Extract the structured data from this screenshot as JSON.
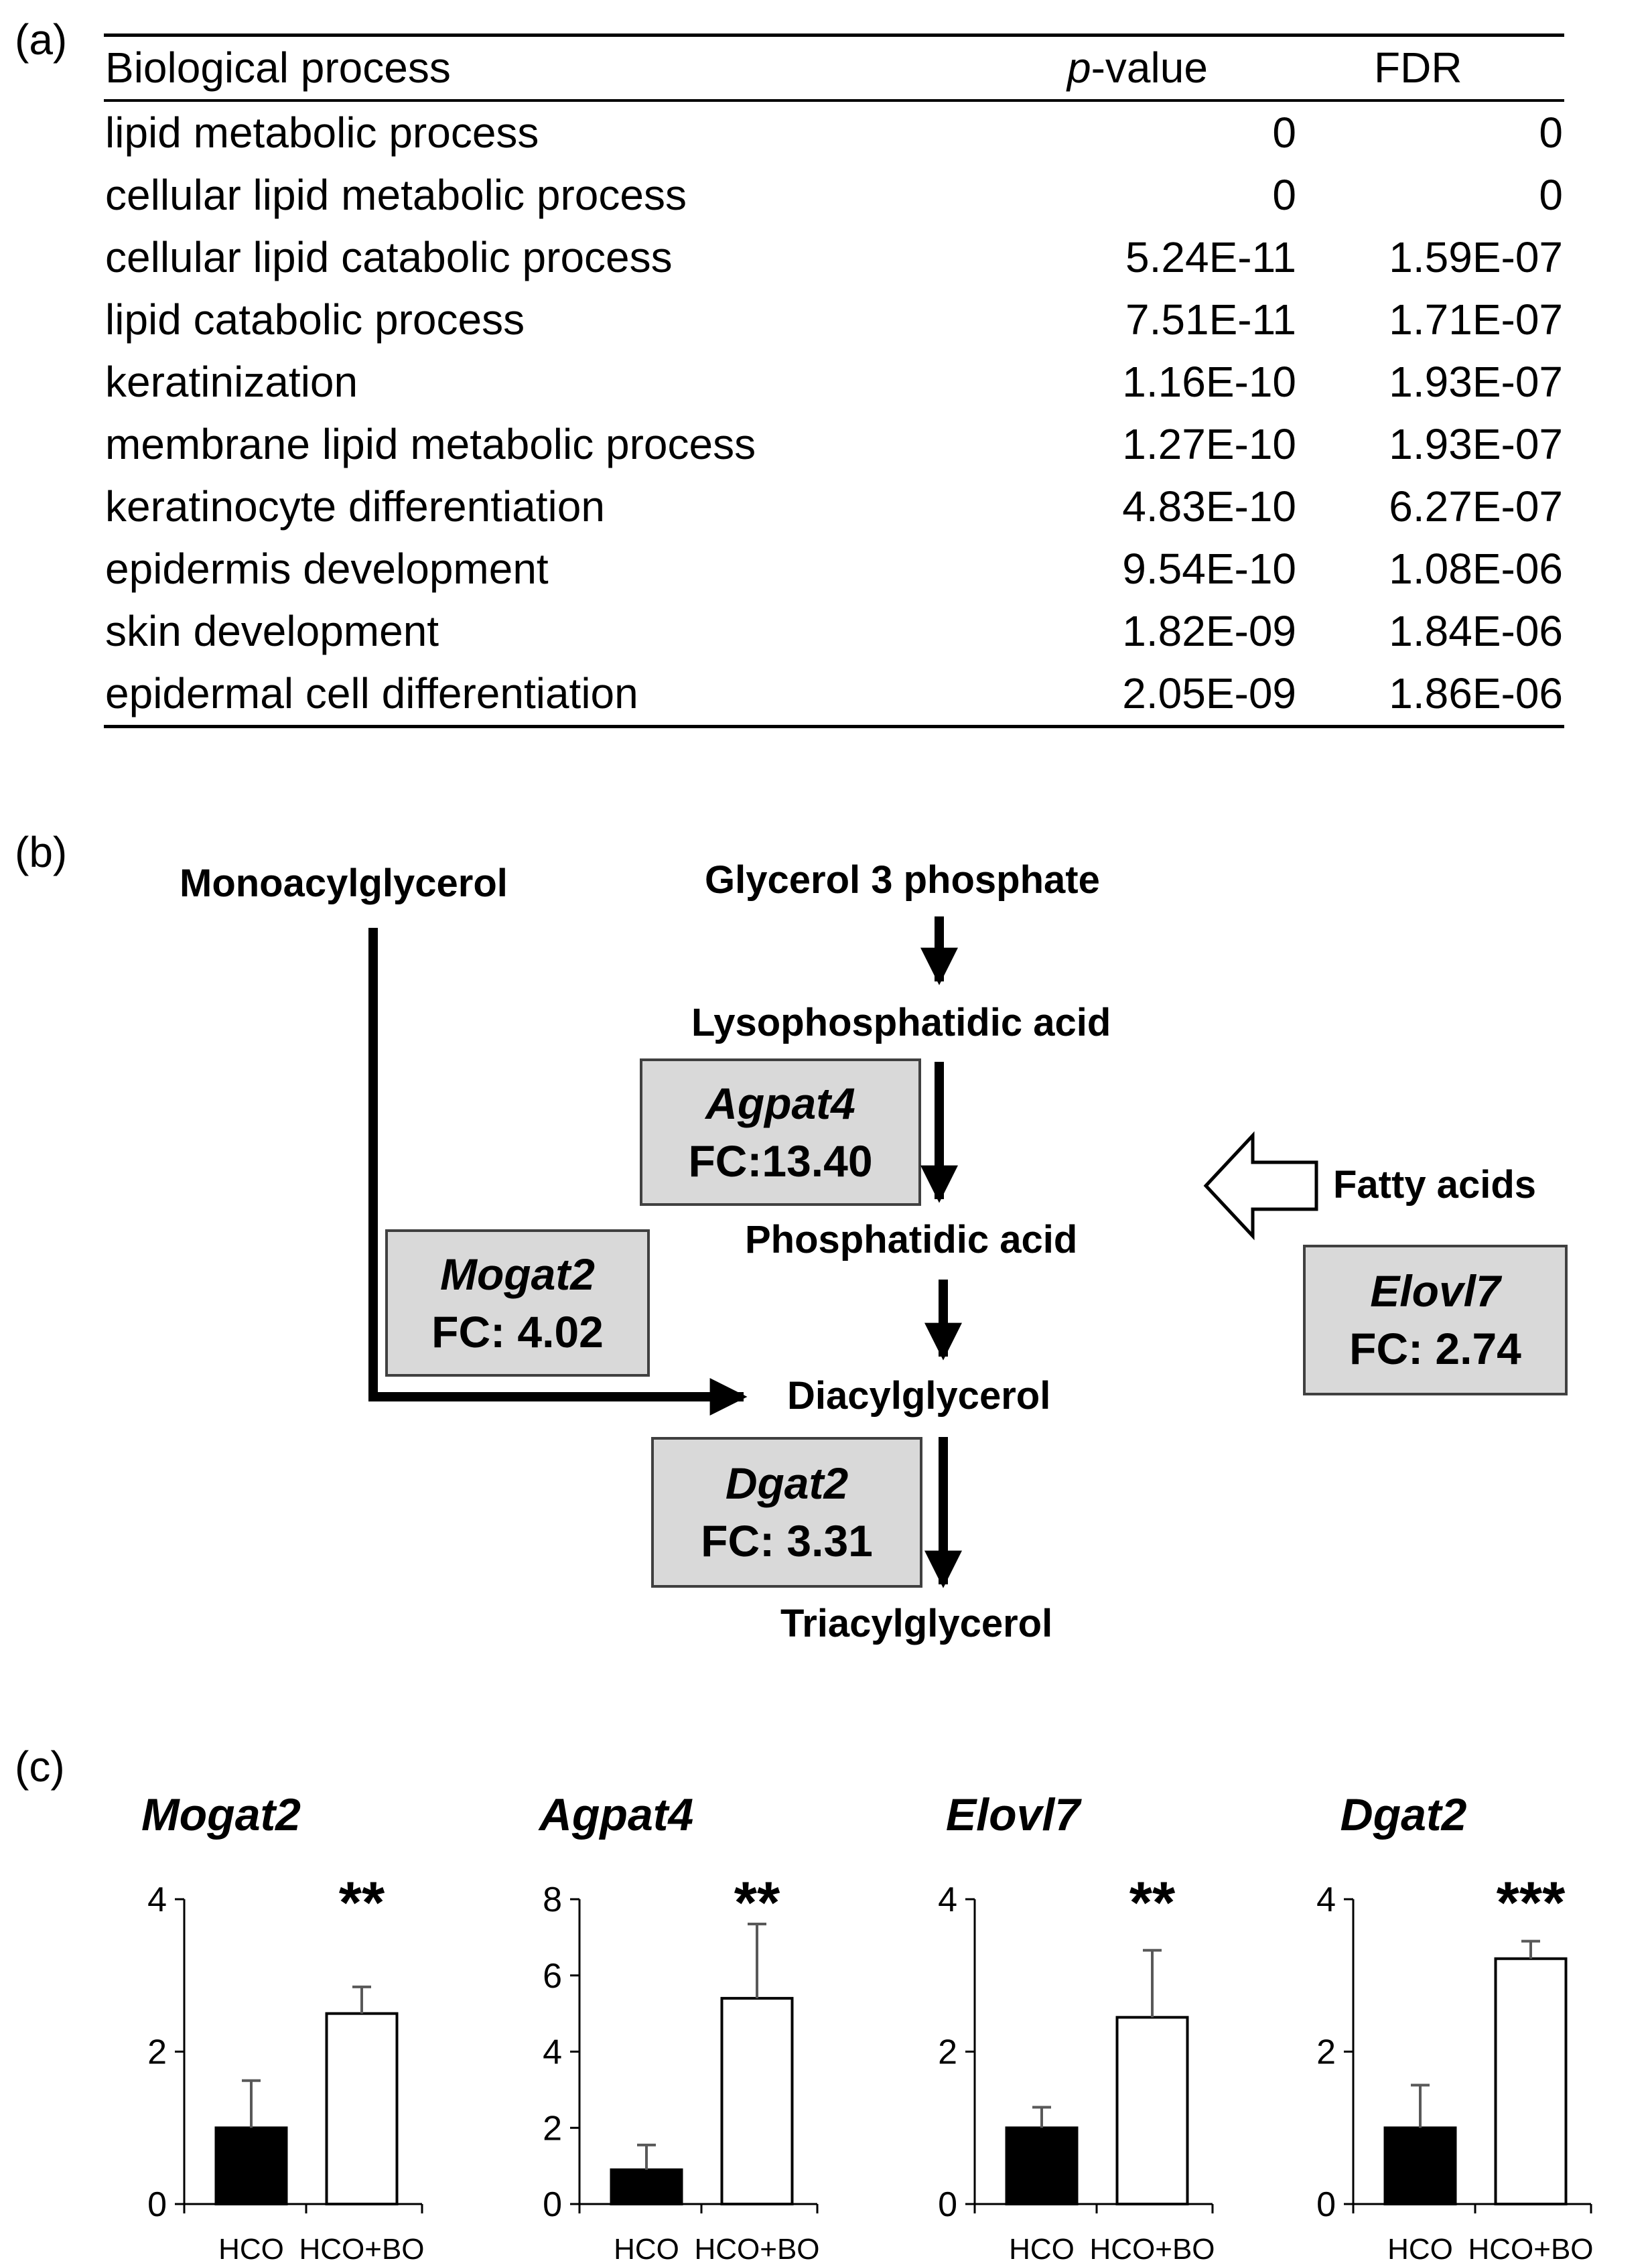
{
  "panel_a": {
    "label": "(a)",
    "headers": {
      "process": "Biological process",
      "p_italic": "p",
      "p_rest": "-value",
      "fdr": "FDR"
    },
    "rows": [
      {
        "process": "lipid metabolic process",
        "p": "0",
        "fdr": "0"
      },
      {
        "process": "cellular lipid metabolic process",
        "p": "0",
        "fdr": "0"
      },
      {
        "process": "cellular lipid catabolic process",
        "p": "5.24E-11",
        "fdr": "1.59E-07"
      },
      {
        "process": "lipid catabolic process",
        "p": "7.51E-11",
        "fdr": "1.71E-07"
      },
      {
        "process": "keratinization",
        "p": "1.16E-10",
        "fdr": "1.93E-07"
      },
      {
        "process": "membrane lipid metabolic process",
        "p": "1.27E-10",
        "fdr": "1.93E-07"
      },
      {
        "process": "keratinocyte differentiation",
        "p": "4.83E-10",
        "fdr": "6.27E-07"
      },
      {
        "process": "epidermis development",
        "p": "9.54E-10",
        "fdr": "1.08E-06"
      },
      {
        "process": "skin development",
        "p": "1.82E-09",
        "fdr": "1.84E-06"
      },
      {
        "process": "epidermal cell differentiation",
        "p": "2.05E-09",
        "fdr": "1.86E-06"
      }
    ]
  },
  "panel_b": {
    "label": "(b)",
    "nodes": {
      "monoacylglycerol": "Monoacylglycerol",
      "glycerol3p": "Glycerol 3 phosphate",
      "lysophosphatidic": "Lysophosphatidic acid",
      "phosphatidic": "Phosphatidic acid",
      "diacylglycerol": "Diacylglycerol",
      "triacylglycerol": "Triacylglycerol",
      "fatty_acids": "Fatty acids"
    },
    "genes": {
      "agpat4": {
        "name": "Agpat4",
        "fc": "FC:13.40"
      },
      "mogat2": {
        "name": "Mogat2",
        "fc": "FC: 4.02"
      },
      "elovl7": {
        "name": "Elovl7",
        "fc": "FC: 2.74"
      },
      "dgat2": {
        "name": "Dgat2",
        "fc": "FC: 3.31"
      }
    },
    "box_fill": "#d9d9d9"
  },
  "panel_c": {
    "label": "(c)",
    "chart_data": [
      {
        "type": "bar",
        "title": "Mogat2",
        "categories": [
          "HCO",
          "HCO+BO"
        ],
        "values": [
          1.0,
          2.5
        ],
        "errors": [
          0.62,
          0.35
        ],
        "ylim": [
          0,
          4
        ],
        "yticks": [
          "0",
          "2",
          "4"
        ],
        "significance": "**",
        "fill": [
          "#000000",
          "#ffffff"
        ]
      },
      {
        "type": "bar",
        "title": "Agpat4",
        "categories": [
          "HCO",
          "HCO+BO"
        ],
        "values": [
          0.9,
          5.4
        ],
        "errors": [
          0.65,
          1.95
        ],
        "ylim": [
          0,
          8
        ],
        "yticks": [
          "0",
          "2",
          "4",
          "6",
          "8"
        ],
        "significance": "**",
        "fill": [
          "#000000",
          "#ffffff"
        ]
      },
      {
        "type": "bar",
        "title": "Elovl7",
        "categories": [
          "HCO",
          "HCO+BO"
        ],
        "values": [
          1.0,
          2.45
        ],
        "errors": [
          0.27,
          0.88
        ],
        "ylim": [
          0,
          4
        ],
        "yticks": [
          "0",
          "2",
          "4"
        ],
        "significance": "**",
        "fill": [
          "#000000",
          "#ffffff"
        ]
      },
      {
        "type": "bar",
        "title": "Dgat2",
        "categories": [
          "HCO",
          "HCO+BO"
        ],
        "values": [
          1.0,
          3.22
        ],
        "errors": [
          0.56,
          0.23
        ],
        "ylim": [
          0,
          4
        ],
        "yticks": [
          "0",
          "2",
          "4"
        ],
        "significance": "***",
        "fill": [
          "#000000",
          "#ffffff"
        ]
      }
    ]
  }
}
